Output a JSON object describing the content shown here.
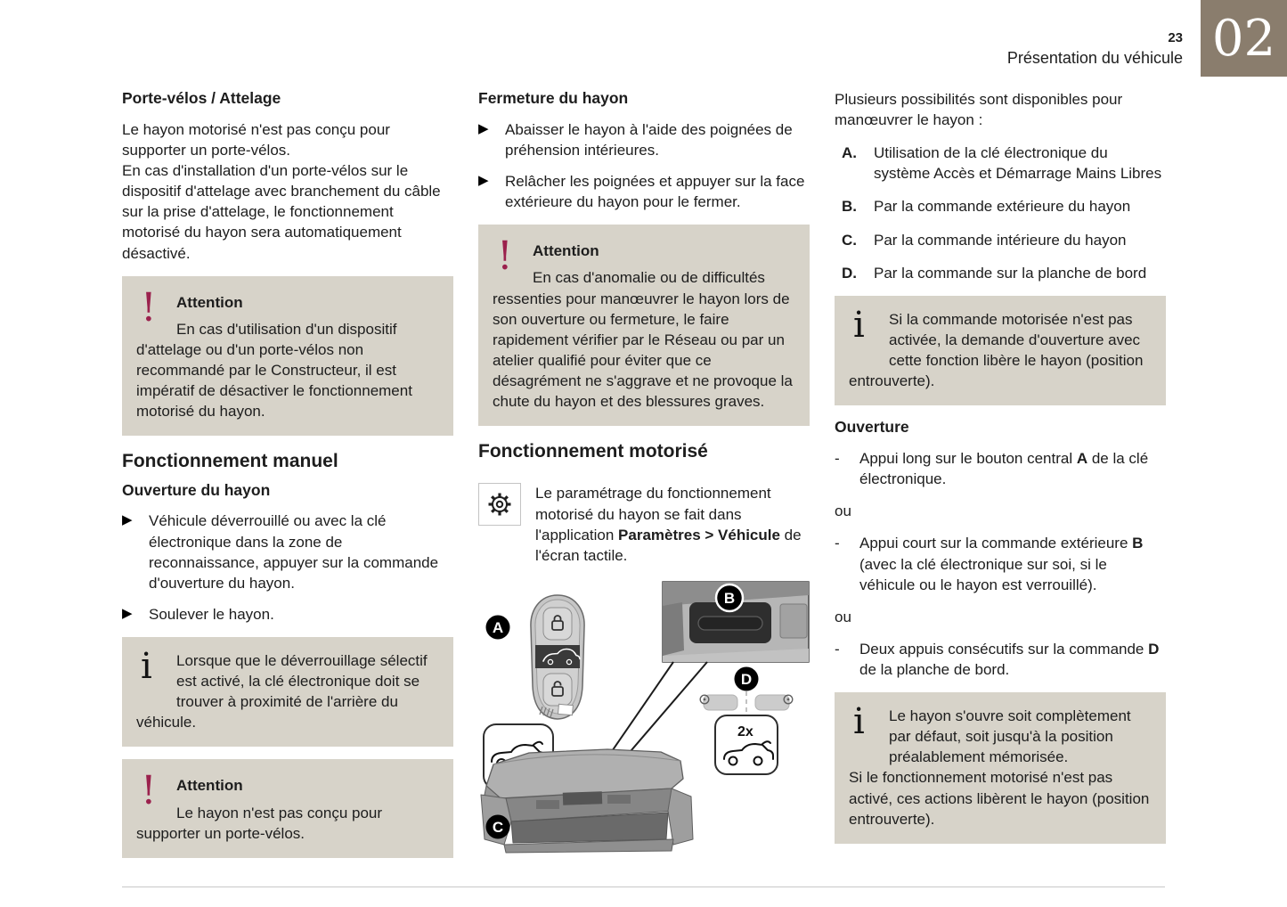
{
  "header": {
    "page_number": "23",
    "section_title": "Présentation du véhicule",
    "chapter_number": "02"
  },
  "colors": {
    "chapter_tab": "#8a7d6d",
    "note_background": "#d7d3c9",
    "warning_icon": "#9b214d"
  },
  "col1": {
    "heading": "Porte-vélos / Attelage",
    "p1": "Le hayon motorisé n'est pas conçu pour supporter un porte-vélos.",
    "p2": "En cas d'installation d'un porte-vélos sur le dispositif d'attelage avec branchement du câble sur la prise d'attelage, le fonctionnement motorisé du hayon sera automatiquement désactivé.",
    "attention1": {
      "title": "Attention",
      "body": "En cas d'utilisation d'un dispositif d'attelage ou d'un porte-vélos non recommandé par le Constructeur, il est impératif de désactiver le fonctionnement motorisé du hayon."
    },
    "manual_heading": "Fonctionnement manuel",
    "open_heading": "Ouverture du hayon",
    "bullet1": "Véhicule déverrouillé ou avec la clé électronique dans la zone de reconnaissance, appuyer sur la commande d'ouverture du hayon.",
    "bullet2": "Soulever le hayon.",
    "info": "Lorsque que le déverrouillage sélectif est activé, la clé électronique doit se trouver à proximité de l'arrière du véhicule.",
    "attention2": {
      "title": "Attention",
      "body": "Le hayon n'est pas conçu pour supporter un porte-vélos."
    }
  },
  "col2": {
    "close_heading": "Fermeture du hayon",
    "bullet1": "Abaisser le hayon à l'aide des poignées de préhension intérieures.",
    "bullet2": "Relâcher les poignées et appuyer sur la face extérieure du hayon pour le fermer.",
    "attention": {
      "title": "Attention",
      "body": "En cas d'anomalie ou de difficultés ressenties pour manœuvrer le hayon lors de son ouverture ou fermeture, le faire rapidement vérifier par le Réseau ou par un atelier qualifié pour éviter que ce désagrément ne s'aggrave et ne provoque la chute du hayon et des blessures graves."
    },
    "motor_heading": "Fonctionnement motorisé",
    "gear_para": {
      "pre": "Le paramétrage du fonctionnement motorisé du hayon se fait dans l'application ",
      "bold": "Paramètres > Véhicule",
      "post": " de l'écran tactile."
    }
  },
  "col3": {
    "intro": "Plusieurs possibilités sont disponibles pour manœuvrer le hayon :",
    "options": [
      {
        "key": "A.",
        "text": "Utilisation de la clé électronique du système Accès et Démarrage Mains Libres"
      },
      {
        "key": "B.",
        "text": "Par la commande extérieure du hayon"
      },
      {
        "key": "C.",
        "text": "Par la commande intérieure du hayon"
      },
      {
        "key": "D.",
        "text": "Par la commande sur la planche de bord"
      }
    ],
    "info1": "Si la commande motorisée n'est pas activée, la demande d'ouverture avec cette fonction libère le hayon (position entrouverte).",
    "open_heading": "Ouverture",
    "item1": {
      "pre": "Appui long sur le bouton central ",
      "bold": "A",
      "post": " de la clé électronique."
    },
    "or1": "ou",
    "item2": {
      "pre": "Appui court sur la commande extérieure ",
      "bold": "B",
      "post": " (avec la clé électronique sur soi, si le véhicule ou le hayon est verrouillé)."
    },
    "or2": "ou",
    "item3": {
      "pre": "Deux appuis consécutifs sur la commande ",
      "bold": "D",
      "post": " de la planche de bord."
    },
    "info2a": "Le hayon s'ouvre soit complètement par défaut, soit jusqu'à la position préalablement mémorisée.",
    "info2b": "Si le fonctionnement motorisé n'est pas activé, ces actions libèrent le hayon (position entrouverte)."
  },
  "figure": {
    "label_a": "A",
    "label_b": "B",
    "label_c": "C",
    "label_d": "D",
    "double_press": "2x"
  }
}
